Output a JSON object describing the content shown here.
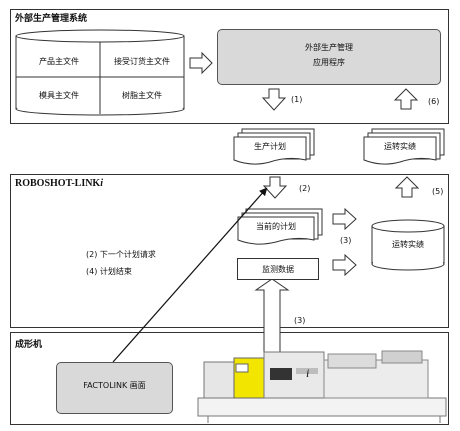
{
  "sections": {
    "external_system": "外部生产管理系统",
    "roboshot_prefix": "ROBOSHOT-LINK",
    "roboshot_suffix": "i",
    "molding_machine": "成形机"
  },
  "database": {
    "product_master": "产品主文件",
    "order_master": "接受订货主文件",
    "mold_master": "模具主文件",
    "resin_master": "树脂主文件"
  },
  "app_box": {
    "line1": "外部生产管理",
    "line2": "应用程序"
  },
  "docs": {
    "production_plan": "生产计划",
    "operation_result_top": "运转实绩",
    "current_plan": "当前的计划",
    "monitor_data": "监测数据",
    "operation_result_db": "运转实绩"
  },
  "labels": {
    "step1": "(1)",
    "step2_top": "(2)",
    "step3_right": "(3)",
    "step3_bottom": "(3)",
    "step5": "(5)",
    "step6": "(6)",
    "next_plan_request": "(2)  下一个计划请求",
    "plan_end": "(4)  计划结束"
  },
  "factolink": {
    "label": "FACTOLINK 画面"
  },
  "machine": {
    "badge": "i"
  }
}
